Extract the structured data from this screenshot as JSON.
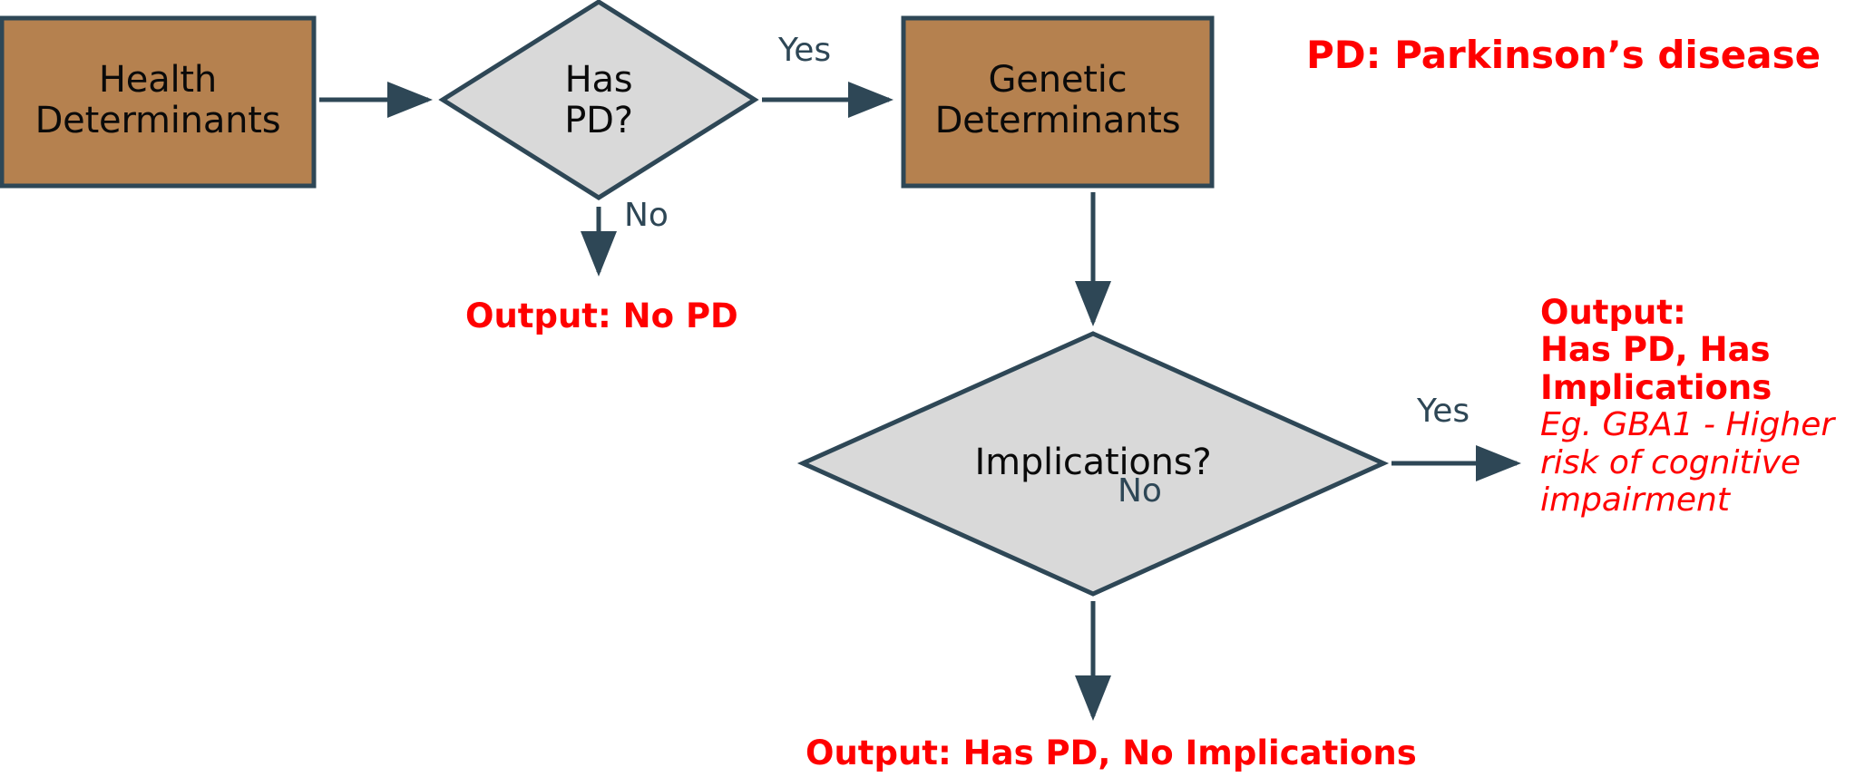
{
  "diagram": {
    "title": "Parkinson's disease health-determinants decision flowchart",
    "colors": {
      "process_fill": "#B5814F",
      "decision_fill": "#D9D9D9",
      "shape_stroke": "#2E4756",
      "edge_stroke": "#2E4756",
      "output_text": "#FF0000",
      "node_text": "#0A0A0A",
      "background": "#FFFFFF"
    },
    "nodes": [
      {
        "id": "health-determinants",
        "type": "process",
        "label": "Health\nDeterminants"
      },
      {
        "id": "has-pd",
        "type": "decision",
        "label": "Has\nPD?"
      },
      {
        "id": "genetic-determinants",
        "type": "process",
        "label": "Genetic\nDeterminants"
      },
      {
        "id": "implications",
        "type": "decision",
        "label": "Implications?"
      }
    ],
    "edge_labels": {
      "has_pd_yes": "Yes",
      "has_pd_no": "No",
      "implications_yes": "Yes",
      "implications_no": "No"
    },
    "outputs": {
      "no_pd": "Output: No PD",
      "has_pd_has_implications_line1": "Output:",
      "has_pd_has_implications_line2": "Has PD, Has",
      "has_pd_has_implications_line3": "Implications",
      "has_pd_has_implications_example_line1": "Eg. GBA1 - Higher",
      "has_pd_has_implications_example_line2": "risk of cognitive",
      "has_pd_has_implications_example_line3": "impairment",
      "has_pd_no_implications": "Output: Has PD, No Implications"
    },
    "legend": {
      "abbreviation": "PD: Parkinson’s disease"
    }
  }
}
